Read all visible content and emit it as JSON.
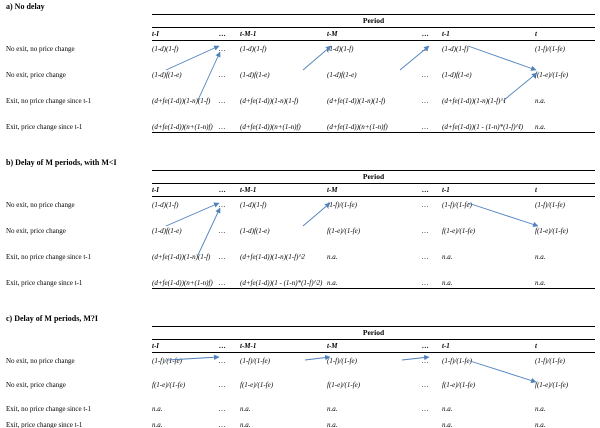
{
  "arrow_color": "#4f81bd",
  "panels": [
    {
      "title": "a) No delay",
      "period_label": "Period",
      "columns": [
        "t-I",
        "…",
        "t-M-1",
        "t-M",
        "…",
        "t-1",
        "t"
      ],
      "rows": [
        {
          "label": "No exit, no price change",
          "cells": [
            "(1-d)(1-f)",
            "…",
            "(1-d)(1-f)",
            "(1-d)(1-f)",
            "…",
            "(1-d)(1-f)",
            "(1-f)/(1-fe)"
          ]
        },
        {
          "label": "No exit, price change",
          "cells": [
            "(1-d)f(1-e)",
            "…",
            "(1-d)f(1-e)",
            "(1-d)f(1-e)",
            "…",
            "(1-d)f(1-e)",
            "f(1-e)/(1-fe)"
          ]
        },
        {
          "label": "Exit, no price change since t-1",
          "cells": [
            "(d+fe(1-d))(1-n)(1-f)",
            "…",
            "(d+fe(1-d))(1-n)(1-f)",
            "(d+fe(1-d))(1-n)(1-f)",
            "…",
            "(d+fe(1-d))(1-n)(1-f)^I",
            "n.a."
          ]
        },
        {
          "label": "Exit, price change since t-1",
          "cells": [
            "(d+fe(1-d))(n+(1-n)f)",
            "…",
            "(d+fe(1-d))(n+(1-n)f)",
            "(d+fe(1-d))(n+(1-n)f)",
            "…",
            "(d+fe(1-d))(1 - (1-n)*(1-f)^I)",
            "n.a."
          ]
        }
      ]
    },
    {
      "title": "b) Delay of M periods, with M<I",
      "period_label": "Period",
      "columns": [
        "t-I",
        "…",
        "t-M-1",
        "t-M",
        "…",
        "t-1",
        "t"
      ],
      "rows": [
        {
          "label": "No exit, no price change",
          "cells": [
            "(1-d)(1-f)",
            "…",
            "(1-d)(1-f)",
            "(1-f)/(1-fe)",
            "…",
            "(1-f)/(1-fe)",
            "(1-f)/(1-fe)"
          ]
        },
        {
          "label": "No exit, price change",
          "cells": [
            "(1-d)f(1-e)",
            "…",
            "(1-d)f(1-e)",
            "f(1-e)/(1-fe)",
            "…",
            "f(1-e)/(1-fe)",
            "f(1-e)/(1-fe)"
          ]
        },
        {
          "label": "Exit, no price change since t-1",
          "cells": [
            "(d+fe(1-d))(1-n)(1-f)",
            "…",
            "(d+fe(1-d))(1-n)(1-f)^2",
            "n.a.",
            "…",
            "n.a.",
            "n.a."
          ]
        },
        {
          "label": "Exit, price change since t-1",
          "cells": [
            "(d+fe(1-d))(n+(1-n)f)",
            "…",
            "(d+fe(1-d))(1 - (1-n)*(1-f)^2)",
            "n.a.",
            "…",
            "n.a.",
            "n.a."
          ]
        }
      ]
    },
    {
      "title": "c) Delay of M periods, M?I",
      "period_label": "Period",
      "columns": [
        "t-I",
        "…",
        "t-M-1",
        "t-M",
        "…",
        "t-1",
        "t"
      ],
      "rows": [
        {
          "label": "No exit, no price change",
          "cells": [
            "(1-f)/(1-fe)",
            "…",
            "(1-f)/(1-fe)",
            "(1-f)/(1-fe)",
            "…",
            "(1-f)/(1-fe)",
            "(1-f)/(1-fe)"
          ]
        },
        {
          "label": "No exit, price change",
          "cells": [
            "f(1-e)/(1-fe)",
            "…",
            "f(1-e)/(1-fe)",
            "f(1-e)/(1-fe)",
            "…",
            "f(1-e)/(1-fe)",
            "f(1-e)/(1-fe)"
          ]
        },
        {
          "label": "Exit, no price change since t-1",
          "cells": [
            "n.a.",
            "…",
            "n.a.",
            "n.a.",
            "…",
            "n.a.",
            "n.a."
          ]
        },
        {
          "label": "Exit, price change since t-1",
          "cells": [
            "n.a.",
            "…",
            "n.a.",
            "n.a.",
            "",
            "n.a.",
            "n.a."
          ]
        }
      ]
    }
  ]
}
